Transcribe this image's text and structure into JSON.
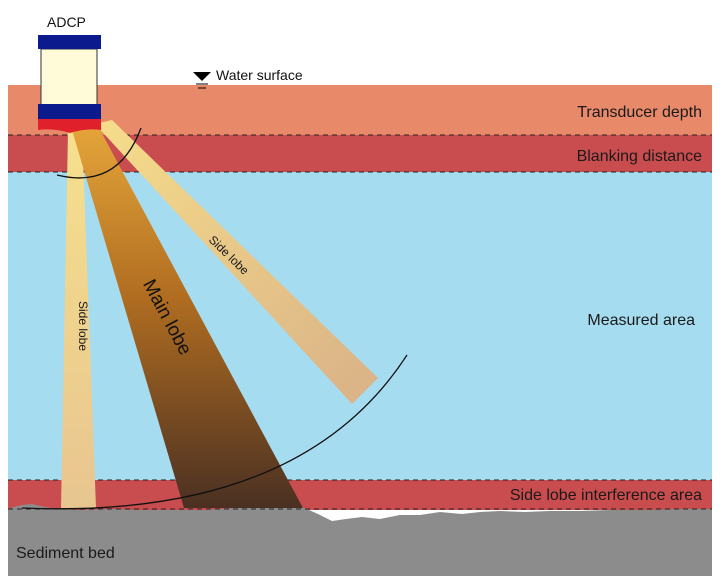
{
  "device": {
    "label": "ADCP"
  },
  "water_surface": {
    "label": "Water surface"
  },
  "zones": {
    "transducer_depth": "Transducer depth",
    "blanking_distance": "Blanking distance",
    "measured_area": "Measured area",
    "side_lobe_interference": "Side lobe interference area",
    "sediment_bed": "Sediment bed"
  },
  "beams": {
    "main_lobe": "Main lobe",
    "side_lobe_left": "Side lobe",
    "side_lobe_right": "Side lobe"
  },
  "colors": {
    "transducer_band": "#E8896A",
    "blanking_band": "#C94C4E",
    "water": "#A6DCEF",
    "interference_band": "#C94C4E",
    "sediment": "#8C8C8C",
    "transducer_body": "#FFFAD8",
    "transducer_cap": "#0B1A8C",
    "transducer_face": "#E0202A"
  }
}
